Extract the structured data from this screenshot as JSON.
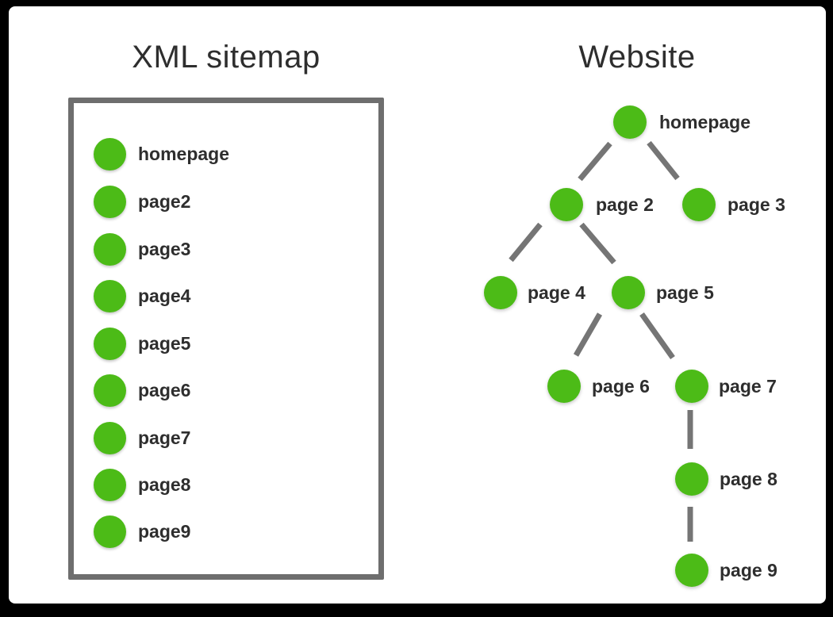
{
  "colors": {
    "frame": "#000000",
    "canvas": "#ffffff",
    "node_green": "#4cbb17",
    "edge_gray": "#757575",
    "box_border": "#6e6e6e",
    "text": "#2e2e2e"
  },
  "left_panel": {
    "title": "XML sitemap",
    "items": [
      {
        "label": "homepage"
      },
      {
        "label": "page2"
      },
      {
        "label": "page3"
      },
      {
        "label": "page4"
      },
      {
        "label": "page5"
      },
      {
        "label": "page6"
      },
      {
        "label": "page7"
      },
      {
        "label": "page8"
      },
      {
        "label": "page9"
      }
    ]
  },
  "right_panel": {
    "title": "Website",
    "nodes": [
      {
        "label": "homepage"
      },
      {
        "label": "page 2"
      },
      {
        "label": "page 3"
      },
      {
        "label": "page 4"
      },
      {
        "label": "page 5"
      },
      {
        "label": "page 6"
      },
      {
        "label": "page 7"
      },
      {
        "label": "page 8"
      },
      {
        "label": "page 9"
      }
    ],
    "edges": [
      {
        "from": "homepage",
        "to": "page 2"
      },
      {
        "from": "homepage",
        "to": "page 3"
      },
      {
        "from": "page 2",
        "to": "page 4"
      },
      {
        "from": "page 2",
        "to": "page 5"
      },
      {
        "from": "page 5",
        "to": "page 6"
      },
      {
        "from": "page 5",
        "to": "page 7"
      },
      {
        "from": "page 7",
        "to": "page 8"
      },
      {
        "from": "page 8",
        "to": "page 9"
      }
    ]
  }
}
